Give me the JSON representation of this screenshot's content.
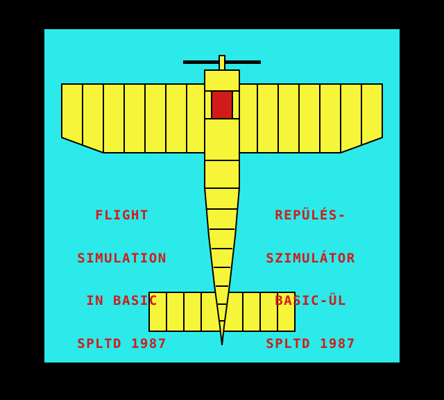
{
  "colors": {
    "border": "#000000",
    "background": "#2ceaea",
    "plane": "#f7f53a",
    "cockpit": "#d11b1b",
    "outline": "#000000",
    "text": "#d11b1b"
  },
  "title_english": {
    "lines": [
      "FLIGHT",
      "SIMULATION",
      "IN BASIC",
      "SPLTD 1987"
    ]
  },
  "title_hungarian": {
    "lines": [
      "REPÜLÉS-",
      "SZIMULÁTOR",
      "BASIC-ÜL",
      "SPLTD 1987"
    ]
  },
  "icons": {
    "plane": "biplane-top-view-icon",
    "cockpit": "cockpit-icon",
    "propeller": "propeller-icon"
  }
}
